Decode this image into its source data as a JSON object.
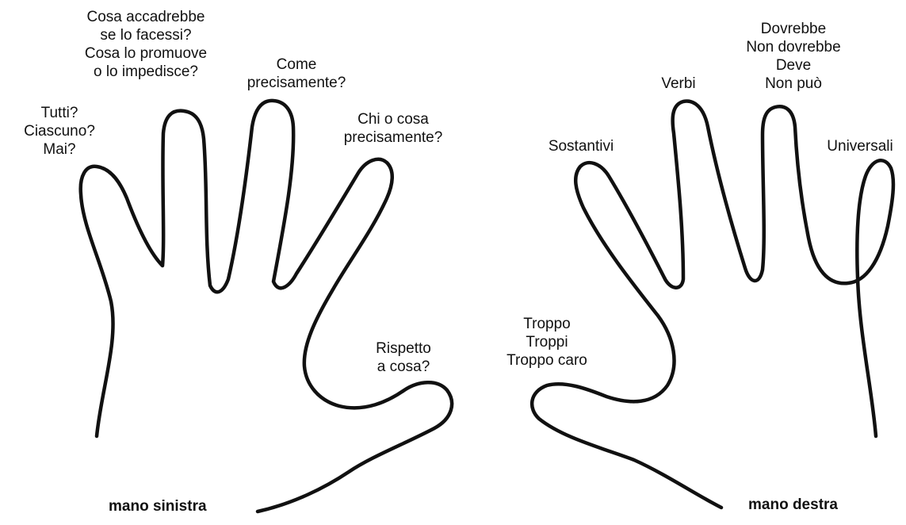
{
  "left_hand": {
    "title": "mano sinistra",
    "pinky": [
      "Tutti?",
      "Ciascuno?",
      "Mai?"
    ],
    "ring": [
      "Cosa accadrebbe",
      "se lo facessi?",
      "Cosa lo promuove",
      "o lo impedisce?"
    ],
    "middle": [
      "Come",
      "precisamente?"
    ],
    "index": [
      "Chi o cosa",
      "precisamente?"
    ],
    "thumb": [
      "Rispetto",
      "a cosa?"
    ]
  },
  "right_hand": {
    "title": "mano destra",
    "thumb": [
      "Troppo",
      "Troppi",
      "Troppo caro"
    ],
    "index": [
      "Sostantivi"
    ],
    "middle": [
      "Verbi"
    ],
    "ring": [
      "Dovrebbe",
      "Non dovrebbe",
      "Deve",
      "Non può"
    ],
    "pinky": [
      "Universali"
    ]
  }
}
